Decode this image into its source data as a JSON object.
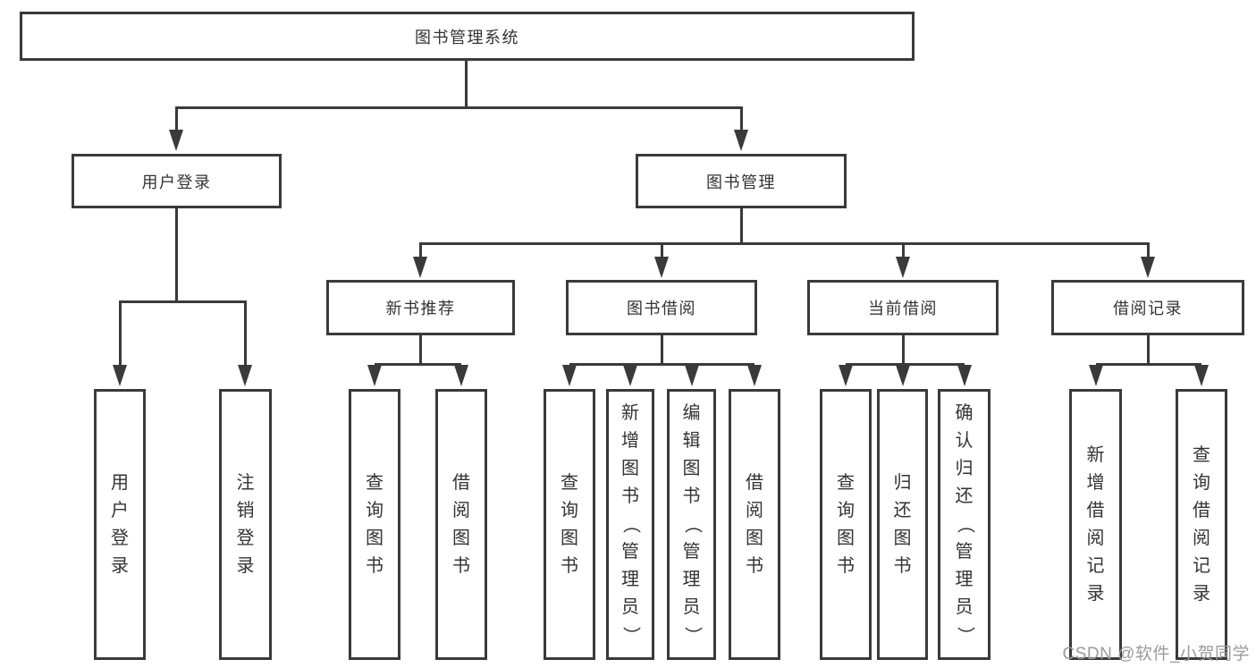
{
  "root": {
    "label": "图书管理系统"
  },
  "level2": [
    {
      "label": "用户登录"
    },
    {
      "label": "图书管理"
    }
  ],
  "level3": [
    {
      "label": "新书推荐"
    },
    {
      "label": "图书借阅"
    },
    {
      "label": "当前借阅"
    },
    {
      "label": "借阅记录"
    }
  ],
  "leaves": [
    {
      "label": "用户登录"
    },
    {
      "label": "注销登录"
    },
    {
      "label": "查询图书"
    },
    {
      "label": "借阅图书"
    },
    {
      "label": "查询图书"
    },
    {
      "label": "新增图书（管理员）"
    },
    {
      "label": "编辑图书（管理员）"
    },
    {
      "label": "借阅图书"
    },
    {
      "label": "查询图书"
    },
    {
      "label": "归还图书"
    },
    {
      "label": "确认归还（管理员）"
    },
    {
      "label": "新增借阅记录"
    },
    {
      "label": "查询借阅记录"
    }
  ],
  "watermark": "CSDN @软件_小贺同学",
  "colors": {
    "line": "#3a3a3a",
    "text": "#333333",
    "box_bg": "#ffffff",
    "page_bg": "#ffffff",
    "watermark": "#9b9b9b"
  }
}
